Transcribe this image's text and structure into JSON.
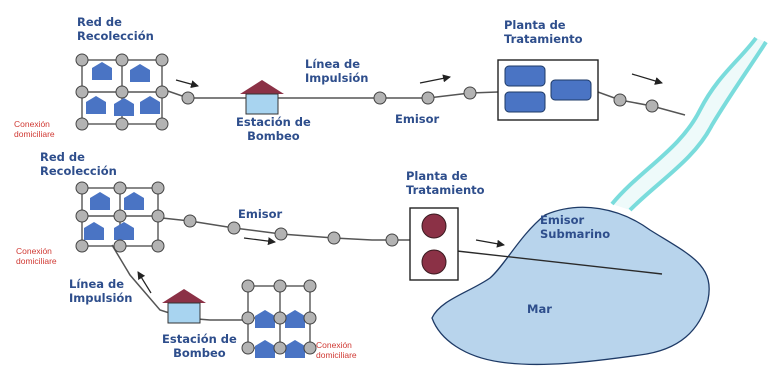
{
  "colors": {
    "label_blue": "#2e4e8c",
    "note_red": "#d03a34",
    "pipe_gray": "#555555",
    "node_fill": "#b3b3b3",
    "house_blue": "#4a74c4",
    "roof_red": "#8b3146",
    "sea_fill": "#b8d4ec",
    "river_cyan": "#8fe6e6"
  },
  "top_system": {
    "collection_network": {
      "line1": "Red de",
      "line2": "Recolección"
    },
    "house_connection": {
      "line1": "Conexión",
      "line2": "domiciliare"
    },
    "pumping_station": {
      "line1": "Estación de",
      "line2": "Bombeo"
    },
    "force_main": {
      "line1": "Línea de",
      "line2": "Impulsión"
    },
    "outfall": "Emisor",
    "treatment_plant": {
      "line1": "Planta de",
      "line2": "Tratamiento"
    }
  },
  "bottom_system": {
    "collection_network": {
      "line1": "Red de",
      "line2": "Recolección"
    },
    "house_connection": {
      "line1": "Conexión",
      "line2": "domiciliare"
    },
    "outfall": "Emisor",
    "treatment_plant": {
      "line1": "Planta de",
      "line2": "Tratamiento"
    },
    "force_main": {
      "line1": "Línea de",
      "line2": "Impulsión"
    },
    "pumping_station": {
      "line1": "Estación de",
      "line2": "Bombeo"
    },
    "house_connection_2": {
      "line1": "Conexión",
      "line2": "domiciliare"
    },
    "submarine_outfall": {
      "line1": "Emisor",
      "line2": "Submarino"
    },
    "sea": "Mar"
  }
}
